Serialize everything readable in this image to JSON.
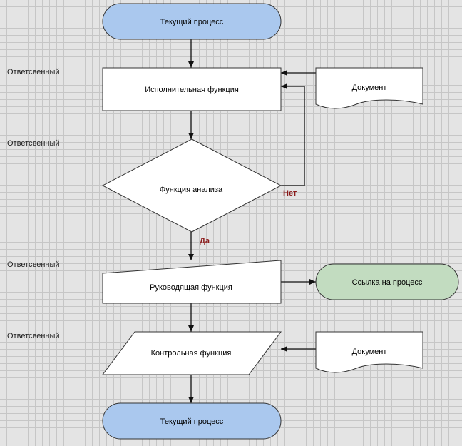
{
  "colors": {
    "process_fill": "#aac8ee",
    "reference_fill": "#c2dcc0",
    "box_fill": "#ffffff",
    "stroke": "#333333",
    "branch_label": "#8b1a1a"
  },
  "flow": {
    "start": "Текущий процесс",
    "executive": "Исполнительная функция",
    "analysis": "Функция анализа",
    "branch_no": "Нет",
    "branch_yes": "Да",
    "managing": "Руководящая функция",
    "control": "Контрольная функция",
    "end": "Текущий процесс",
    "reference": "Ссылка на процесс",
    "document_1": "Документ",
    "document_2": "Документ"
  },
  "responsible": [
    "Ответсвенный",
    "Ответсвенный",
    "Ответсвенный",
    "Ответсвенный"
  ]
}
